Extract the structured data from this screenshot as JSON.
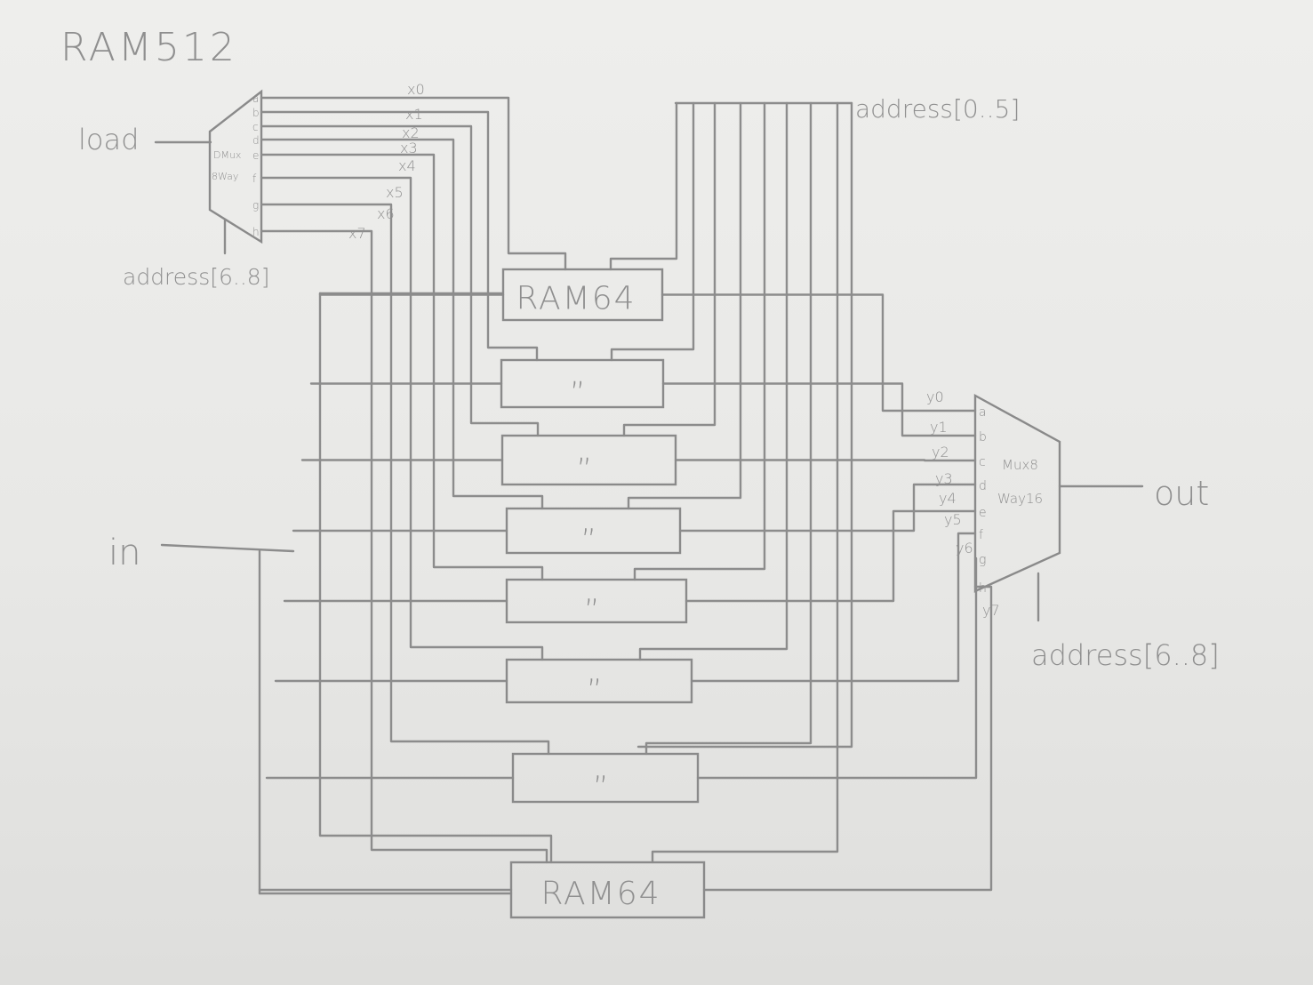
{
  "title": "RAM512",
  "dmux": {
    "name_line1": "DMux",
    "name_line2": "8Way",
    "ports": [
      "a",
      "b",
      "c",
      "d",
      "e",
      "f",
      "g",
      "h"
    ],
    "input_label": "load",
    "select_label": "address[6..8]",
    "outputs": [
      "x0",
      "x1",
      "x2",
      "x3",
      "x4",
      "x5",
      "x6",
      "x7"
    ]
  },
  "ram": {
    "label": "RAM64",
    "ditto": "”",
    "count": 8,
    "address_label": "address[0..5]",
    "input_label": "in"
  },
  "mux": {
    "name_line1": "Mux8",
    "name_line2": "Way16",
    "ports": [
      "a",
      "b",
      "c",
      "d",
      "e",
      "f",
      "g",
      "h"
    ],
    "inputs": [
      "y0",
      "y1",
      "y2",
      "y3",
      "y4",
      "y5",
      "y6",
      "y7"
    ],
    "output_label": "out",
    "select_label": "address[6..8]"
  }
}
